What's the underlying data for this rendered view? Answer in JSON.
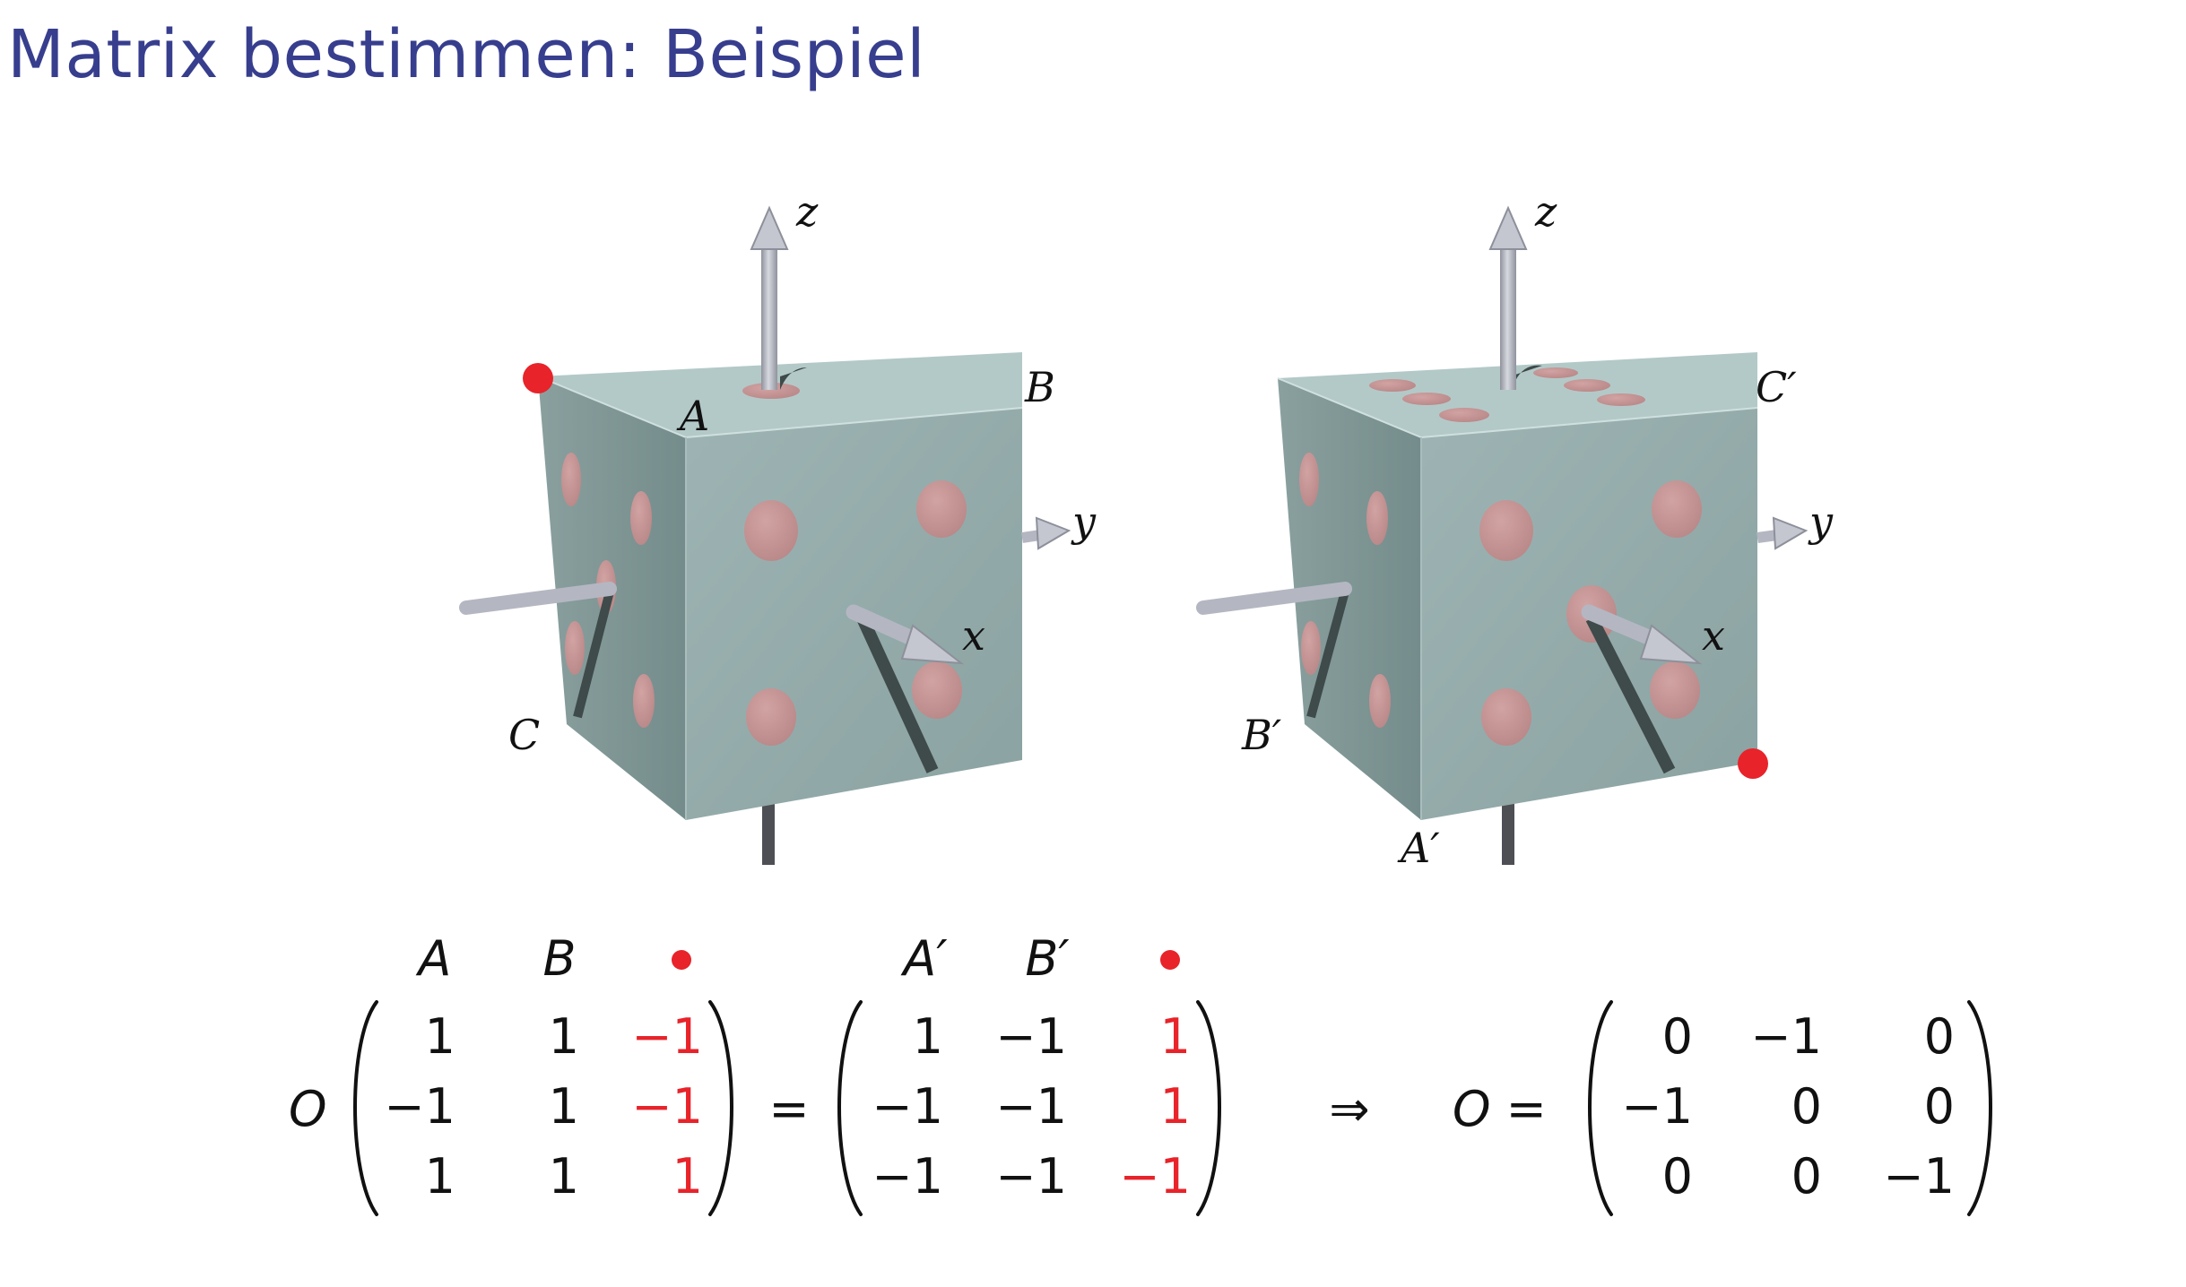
{
  "title": "Matrix bestimmen: Beispiel",
  "colors": {
    "title": "#373e8e",
    "cube_face_front": "#94abab",
    "cube_face_top": "#b3c9c8",
    "cube_face_side": "#7f9897",
    "pip": "#c79898",
    "marker": "#e8232a",
    "axis": "#b4b7c2"
  },
  "left_die": {
    "axis_labels": {
      "z": "z",
      "y": "y",
      "x": "x"
    },
    "corner_labels": {
      "a": "A",
      "b": "B",
      "c": "C"
    }
  },
  "right_die": {
    "axis_labels": {
      "z": "z",
      "y": "y",
      "x": "x"
    },
    "corner_labels": {
      "c_prime": "C′",
      "b_prime": "B′",
      "a_prime": "A′"
    }
  },
  "equation": {
    "operator_label": "O",
    "arrow": "⇒",
    "equals": "=",
    "result_prefix": "O =",
    "left_matrix": {
      "headers": [
        "A",
        "B",
        "●"
      ],
      "rows": [
        [
          "1",
          "1",
          "−1"
        ],
        [
          "−1",
          "1",
          "−1"
        ],
        [
          "1",
          "1",
          "1"
        ]
      ]
    },
    "right_matrix": {
      "headers": [
        "A′",
        "B′",
        "●"
      ],
      "rows": [
        [
          "1",
          "−1",
          "1"
        ],
        [
          "−1",
          "−1",
          "1"
        ],
        [
          "−1",
          "−1",
          "−1"
        ]
      ]
    },
    "result_matrix": {
      "rows": [
        [
          "0",
          "−1",
          "0"
        ],
        [
          "−1",
          "0",
          "0"
        ],
        [
          "0",
          "0",
          "−1"
        ]
      ]
    }
  }
}
